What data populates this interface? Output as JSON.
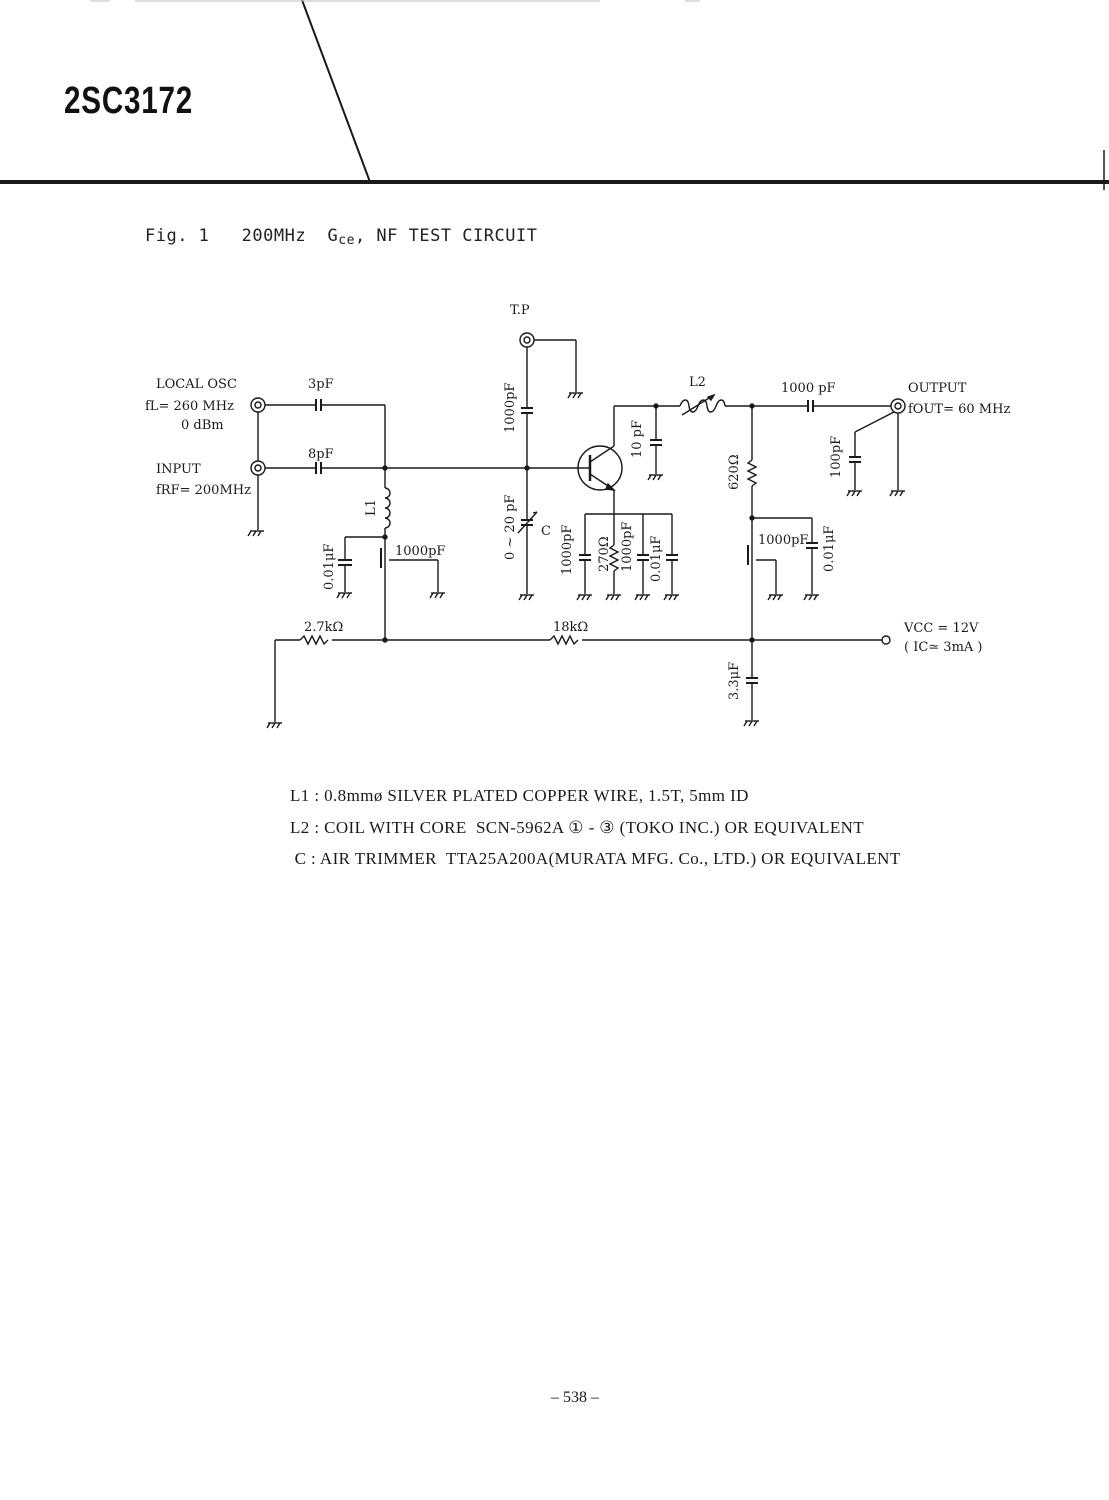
{
  "header": {
    "part_number": "2SC3172"
  },
  "figure": {
    "label": "Fig. 1",
    "frequency": "200MHz",
    "gain_symbol": "G",
    "gain_subscript": "ce",
    "title_rest": ", NF TEST CIRCUIT"
  },
  "circuit": {
    "test_point": "T.P",
    "local_osc": {
      "label": "LOCAL OSC",
      "freq": "fL= 260 MHz",
      "level": "0 dBm"
    },
    "input": {
      "label": "INPUT",
      "freq": "fRF= 200MHz"
    },
    "output": {
      "label": "OUTPUT",
      "freq": "fOUT= 60 MHz"
    },
    "supply": {
      "vcc": "VCC = 12V",
      "ic": "( IC≃ 3mA )"
    },
    "components": {
      "c_3pF": "3pF",
      "c_8pF": "8pF",
      "l1": "L1",
      "l2": "L2",
      "c_001uF_left": "0.01μF",
      "c_1000pF_left": "1000pF",
      "r_2_7k": "2.7kΩ",
      "r_18k": "18kΩ",
      "c_1000pF_base": "1000pF",
      "c_trim": "0 ~ 20 pF",
      "c_trim_name": "C",
      "c_1000pF_emitter": "1000pF",
      "r_270": "270Ω",
      "c_1000pF_emitter2": "1000pF",
      "c_001uF_emitter": "0.01μF",
      "c_10pF": "10 pF",
      "r_620": "620Ω",
      "c_1000pF_out": "1000 pF",
      "c_100pF": "100pF",
      "c_1000pF_dec": "1000pF",
      "c_001uF_dec": "0.01μF",
      "c_3_3uF": "3.3μF"
    }
  },
  "notes": [
    {
      "tag": "L1",
      "sep": " : ",
      "text": "0.8mmø SILVER PLATED COPPER WIRE, 1.5T, 5mm ID"
    },
    {
      "tag": "L2",
      "sep": " : ",
      "text": "COIL WITH CORE  SCN-5962A ① - ③ (TOKO INC.) OR EQUIVALENT"
    },
    {
      "tag": " C",
      "sep": " : ",
      "text": "AIR TRIMMER  TTA25A200A(MURATA MFG. Co., LTD.) OR EQUIVALENT"
    }
  ],
  "footer": {
    "page_number": "– 538 –"
  }
}
